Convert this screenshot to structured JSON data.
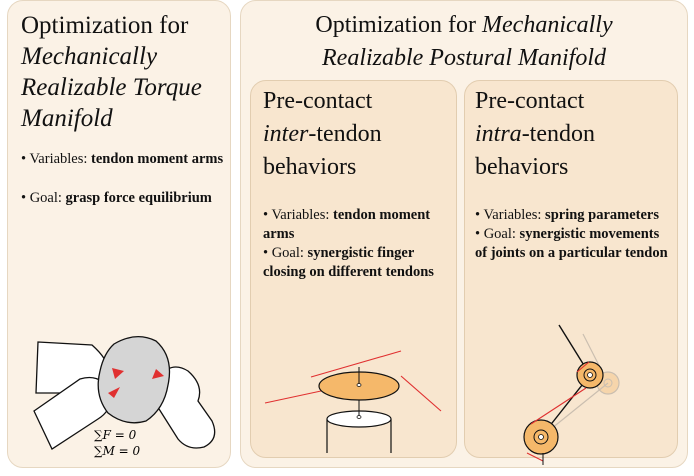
{
  "left_panel": {
    "title_line1": "Optimization for",
    "title_italic_lines": [
      "Mechanically",
      "Realizable Torque",
      "Manifold"
    ],
    "bullet1_prefix": "• Variables: ",
    "bullet1_bold": "tendon moment arms",
    "bullet2_prefix": "• Goal: ",
    "bullet2_bold": "grasp force equilibrium",
    "equation_force": "∑F = 0",
    "equation_moment": "∑M = 0"
  },
  "right_panel": {
    "title_line1_plain": "Optimization for ",
    "title_line1_italic": "Mechanically",
    "title_line2_italic": "Realizable Postural Manifold"
  },
  "inter_panel": {
    "title_line1": "Pre-contact",
    "title_line2_italic": "inter",
    "title_line2_rest": "-tendon",
    "title_line3": "behaviors",
    "bullet1_prefix": "• Variables: ",
    "bullet1_bold": "tendon moment arms",
    "bullet2_prefix": "• Goal: ",
    "bullet2_bold": "synergistic finger closing on different tendons"
  },
  "intra_panel": {
    "title_line1": "Pre-contact",
    "title_line2_italic": "intra",
    "title_line2_rest": "-tendon",
    "title_line3": "behaviors",
    "bullet1_prefix": "• Variables: ",
    "bullet1_bold": "spring parameters",
    "bullet2_prefix": "• Goal: ",
    "bullet2_bold": "synergistic movements of joints on a particular tendon"
  },
  "colors": {
    "panel_bg": "#fbf2e6",
    "subpanel_bg": "#f8e6cf",
    "pulley_orange": "#f5b86a",
    "tendon_red": "#e03030",
    "object_gray": "#d5d5d5"
  }
}
